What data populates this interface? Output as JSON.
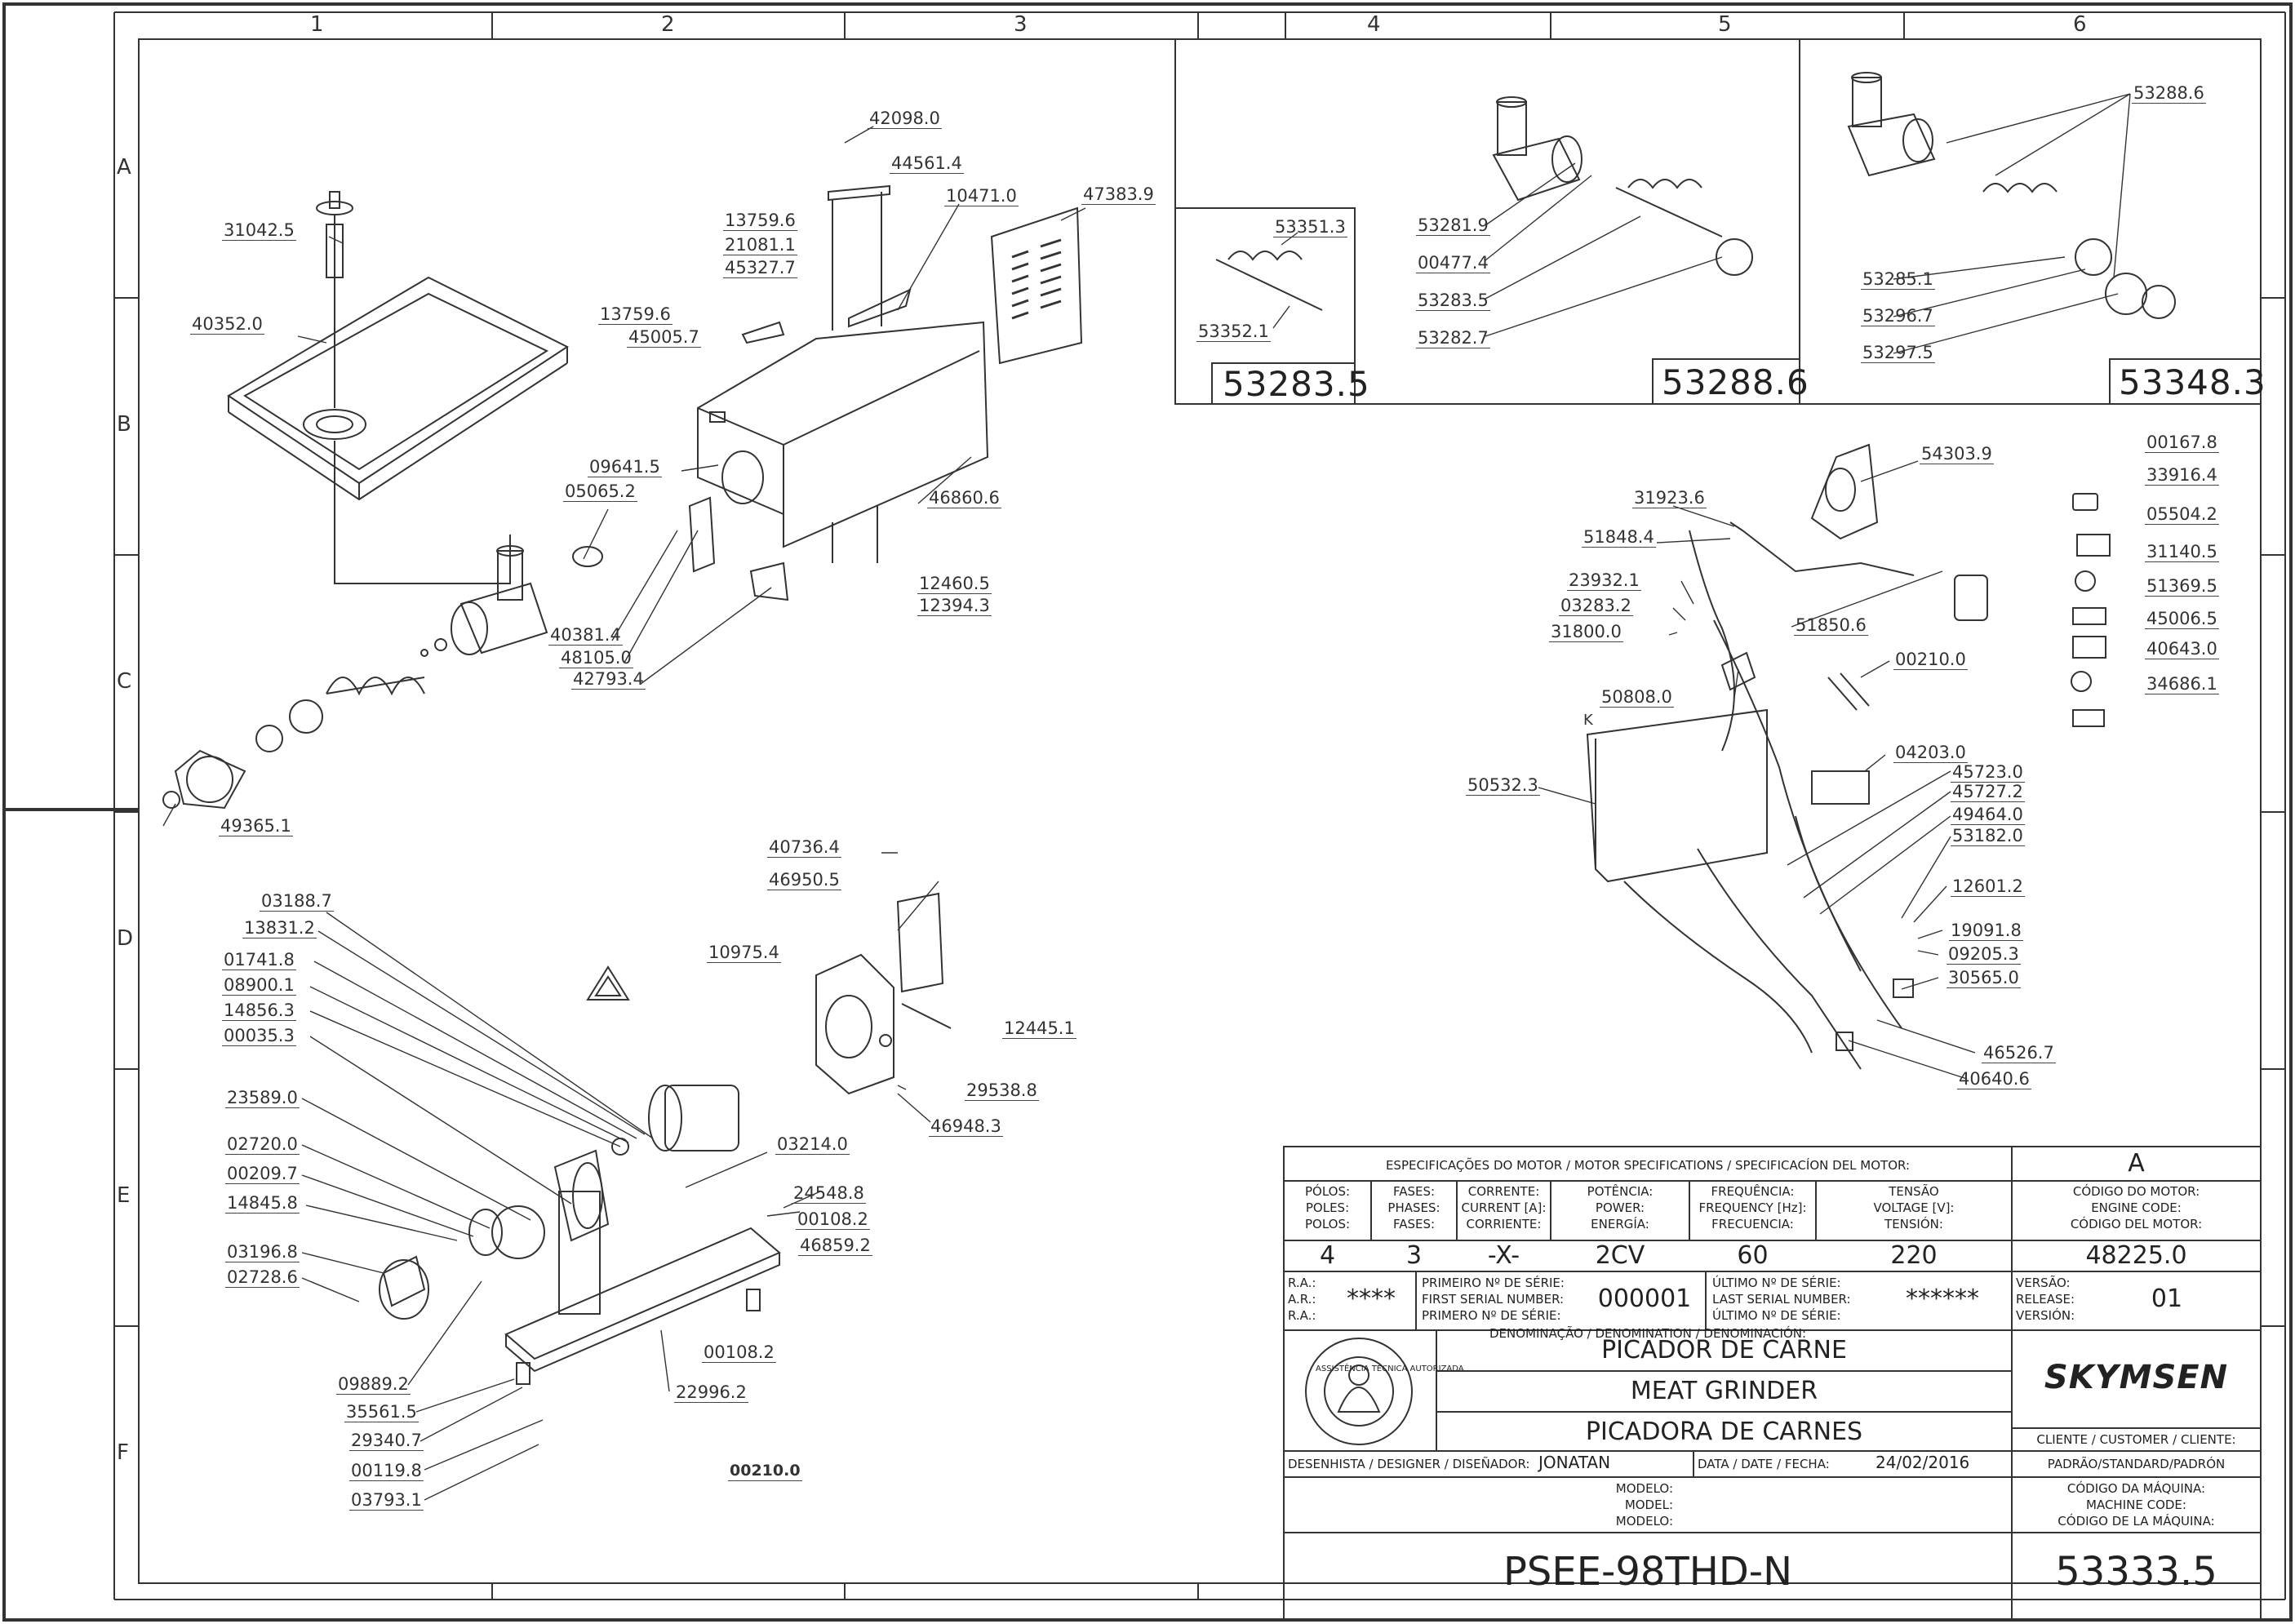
{
  "grid": {
    "columns": [
      "1",
      "2",
      "3",
      "4",
      "5",
      "6"
    ],
    "rows": [
      "A",
      "B",
      "C",
      "D",
      "E",
      "F"
    ]
  },
  "part_labels": [
    "42098.0",
    "44561.4",
    "13759.6",
    "10471.0",
    "47383.9",
    "21081.1",
    "45327.7",
    "31042.5",
    "40352.0",
    "13759.6",
    "45005.7",
    "09641.5",
    "05065.2",
    "46860.6",
    "40381.4",
    "48105.0",
    "12460.5",
    "12394.3",
    "42793.4",
    "49365.1",
    "40736.4",
    "46950.5",
    "10975.4",
    "12445.1",
    "03188.7",
    "13831.2",
    "01741.8",
    "08900.1",
    "14856.3",
    "00035.3",
    "23589.0",
    "02720.0",
    "00209.7",
    "14845.8",
    "03196.8",
    "02728.6",
    "29538.8",
    "46948.3",
    "03214.0",
    "24548.8",
    "00108.2",
    "46859.2",
    "00108.2",
    "22996.2",
    "09889.2",
    "35561.5",
    "29340.7",
    "00119.8",
    "03793.1",
    "00210.0",
    "53351.3",
    "53352.1",
    "53281.9",
    "00477.4",
    "53283.5",
    "53282.7",
    "53288.6",
    "53285.1",
    "53296.7",
    "53297.5",
    "54303.9",
    "31923.6",
    "51848.4",
    "23932.1",
    "03283.2",
    "31800.0",
    "51850.6",
    "00210.0",
    "50808.0",
    "50532.3",
    "04203.0",
    "45723.0",
    "45727.2",
    "49464.0",
    "53182.0",
    "12601.2",
    "19091.8",
    "09205.3",
    "30565.0",
    "46526.7",
    "40640.6",
    "00167.8",
    "33916.4",
    "05504.2",
    "31140.5",
    "51369.5",
    "45006.5",
    "40643.0",
    "34686.1"
  ],
  "detail_boxes": [
    "53283.5",
    "53288.6",
    "53348.3"
  ],
  "small_letter": "K",
  "title_block": {
    "motor_header": "ESPECIFICAÇÕES DO MOTOR / MOTOR SPECIFICATIONS / SPECIFICACÍON DEL MOTOR:",
    "rev": "A",
    "cols": [
      {
        "h": [
          "PÓLOS:",
          "POLES:",
          "POLOS:"
        ],
        "v": "4"
      },
      {
        "h": [
          "FASES:",
          "PHASES:",
          "FASES:"
        ],
        "v": "3"
      },
      {
        "h": [
          "CORRENTE:",
          "CURRENT [A]:",
          "CORRIENTE:"
        ],
        "v": "-X-"
      },
      {
        "h": [
          "POTÊNCIA:",
          "POWER:",
          "ENERGÍA:"
        ],
        "v": "2CV"
      },
      {
        "h": [
          "FREQUÊNCIA:",
          "FREQUENCY [Hz]:",
          "FRECUENCIA:"
        ],
        "v": "60"
      },
      {
        "h": [
          "TENSÃO",
          "VOLTAGE [V]:",
          "TENSIÓN:"
        ],
        "v": "220"
      },
      {
        "h": [
          "CÓDIGO DO MOTOR:",
          "ENGINE CODE:",
          "CÓDIGO DEL MOTOR:"
        ],
        "v": "48225.0"
      }
    ],
    "ra_labels": [
      "R.A.:",
      "A.R.:",
      "R.A.:"
    ],
    "ra_value": "****",
    "first_serial_labels": [
      "PRIMEIRO Nº DE SÉRIE:",
      "FIRST SERIAL NUMBER:",
      "PRIMERO Nº DE SÉRIE:"
    ],
    "first_serial": "000001",
    "last_serial_labels": [
      "ÚLTIMO Nº DE SÉRIE:",
      "LAST SERIAL NUMBER:",
      "ÚLTIMO Nº DE SÉRIE:"
    ],
    "last_serial": "******",
    "version_labels": [
      "VERSÃO:",
      "RELEASE:",
      "VERSIÓN:"
    ],
    "version": "01",
    "denomination_header": "DENOMINAÇÃO / DENOMINATION / DENOMINACIÓN:",
    "names": [
      "PICADOR DE CARNE",
      "MEAT GRINDER",
      "PICADORA DE CARNES"
    ],
    "seal_text": "ASSISTÊNCIA TÉCNICA AUTORIZADA",
    "brand": "SKYMSEN",
    "client_header": "CLIENTE / CUSTOMER / CLIENTE:",
    "client": "PADRÃO/STANDARD/PADRÓN",
    "designer_label": "DESENHISTA / DESIGNER / DISEÑADOR:",
    "designer": "JONATAN",
    "date_label": "DATA / DATE / FECHA:",
    "date": "24/02/2016",
    "model_labels": [
      "MODELO:",
      "MODEL:",
      "MODELO:"
    ],
    "machine_code_labels": [
      "CÓDIGO DA MÁQUINA:",
      "MACHINE CODE:",
      "CÓDIGO DE LA MÁQUINA:"
    ],
    "model": "PSEE-98THD-N",
    "machine_code": "53333.5"
  },
  "colors": {
    "line": "#333333",
    "background": "#ffffff"
  }
}
